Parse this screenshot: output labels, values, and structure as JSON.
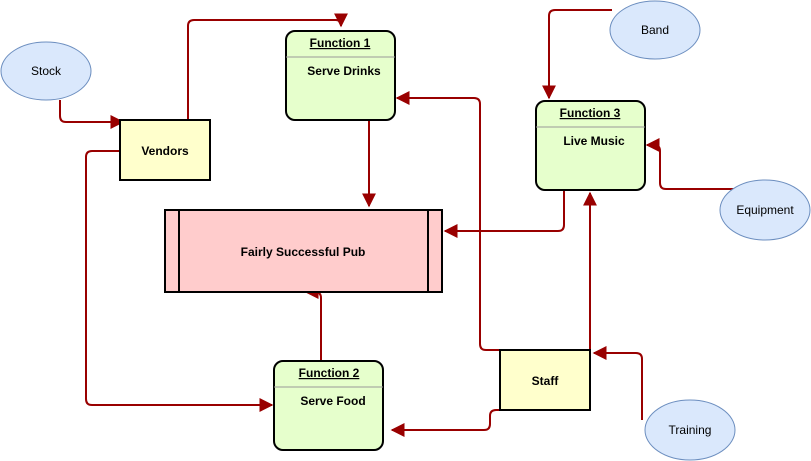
{
  "colors": {
    "edge": "#990000",
    "ellipse_fill": "#dae8fc",
    "ellipse_stroke": "#6c8ebf",
    "entity_fill": "#ffffcc",
    "function_fill": "#e6ffcc",
    "process_fill": "#ffcccc",
    "stroke": "#000000"
  },
  "externals": {
    "stock": "Stock",
    "band": "Band",
    "equipment": "Equipment",
    "training": "Training"
  },
  "entities": {
    "vendors": "Vendors",
    "staff": "Staff"
  },
  "functions": {
    "f1": {
      "title": "Function 1",
      "label": "Serve Drinks"
    },
    "f2": {
      "title": "Function 2",
      "label": "Serve Food"
    },
    "f3": {
      "title": "Function 3",
      "label": "Live Music"
    }
  },
  "process": {
    "label": "Fairly Successful Pub"
  }
}
